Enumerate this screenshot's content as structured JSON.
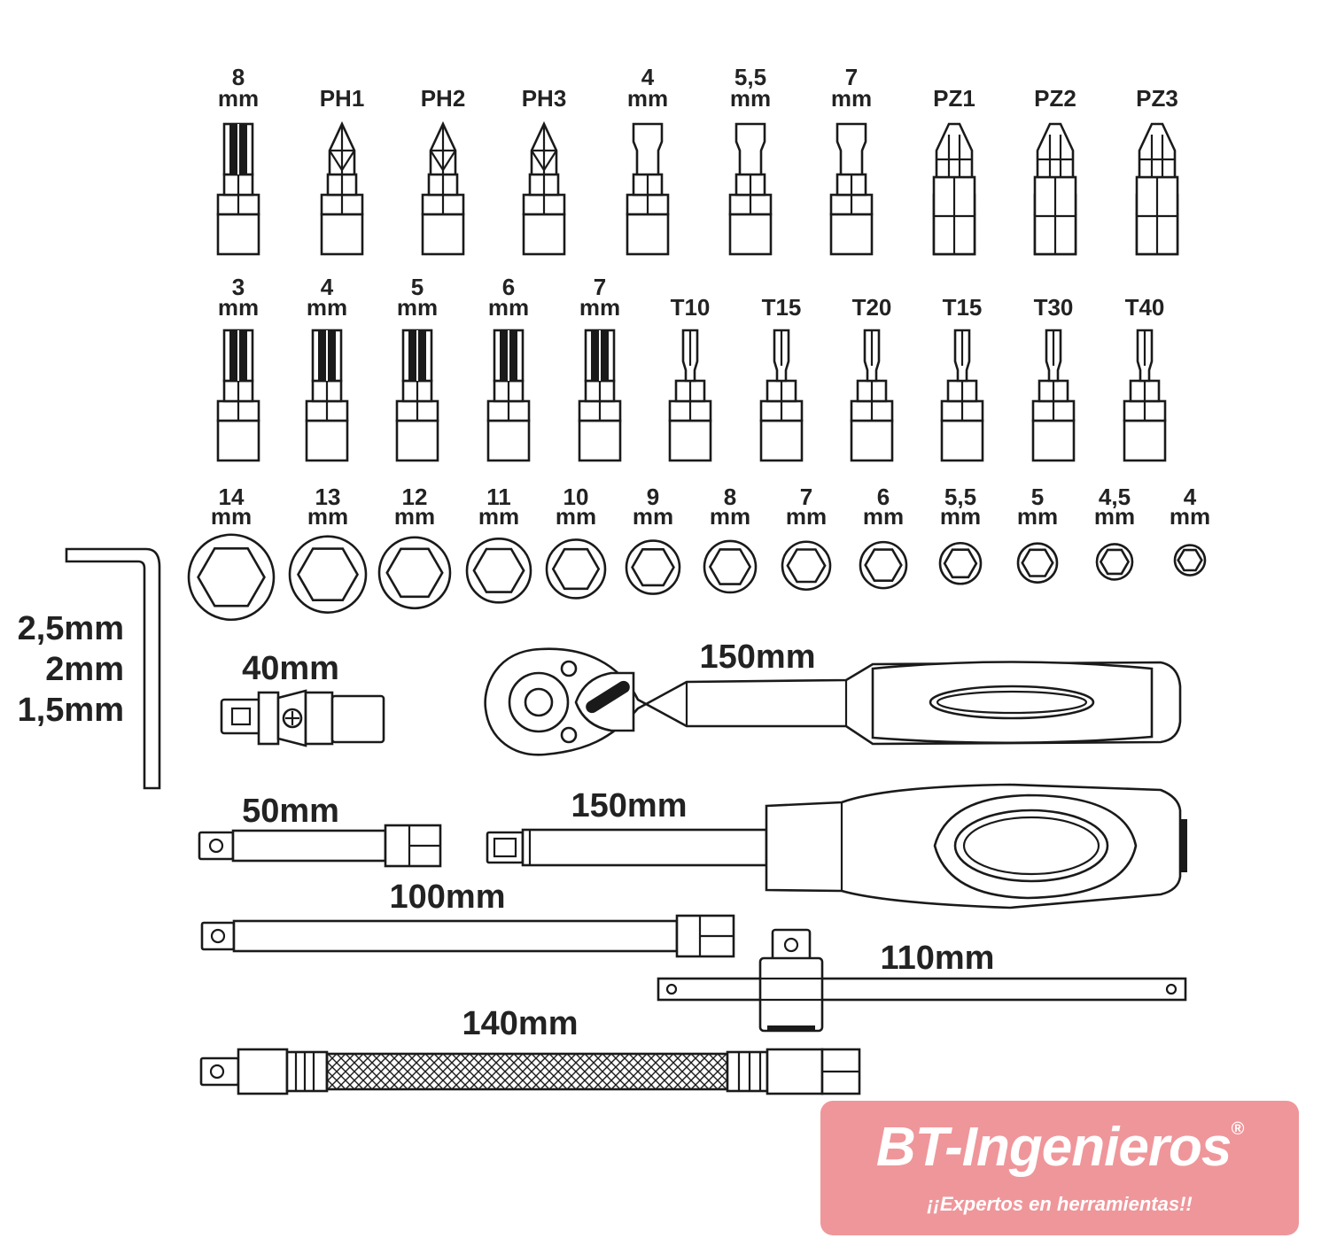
{
  "bits_row1": [
    {
      "top": "8",
      "bottom": "mm",
      "tip": "hex"
    },
    {
      "top": "",
      "bottom": "PH1",
      "tip": "phillips"
    },
    {
      "top": "",
      "bottom": "PH2",
      "tip": "phillips"
    },
    {
      "top": "",
      "bottom": "PH3",
      "tip": "phillips"
    },
    {
      "top": "4",
      "bottom": "mm",
      "tip": "slotted"
    },
    {
      "top": "5,5",
      "bottom": "mm",
      "tip": "slotted"
    },
    {
      "top": "7",
      "bottom": "mm",
      "tip": "slotted"
    },
    {
      "top": "",
      "bottom": "PZ1",
      "tip": "pozidriv"
    },
    {
      "top": "",
      "bottom": "PZ2",
      "tip": "pozidriv"
    },
    {
      "top": "",
      "bottom": "PZ3",
      "tip": "pozidriv"
    }
  ],
  "bits_row2": [
    {
      "top": "3",
      "bottom": "mm",
      "tip": "hex"
    },
    {
      "top": "4",
      "bottom": "mm",
      "tip": "hex"
    },
    {
      "top": "5",
      "bottom": "mm",
      "tip": "hex"
    },
    {
      "top": "6",
      "bottom": "mm",
      "tip": "hex"
    },
    {
      "top": "7",
      "bottom": "mm",
      "tip": "hex"
    },
    {
      "top": "",
      "bottom": "T10",
      "tip": "torx"
    },
    {
      "top": "",
      "bottom": "T15",
      "tip": "torx"
    },
    {
      "top": "",
      "bottom": "T20",
      "tip": "torx"
    },
    {
      "top": "",
      "bottom": "T15",
      "tip": "torx"
    },
    {
      "top": "",
      "bottom": "T30",
      "tip": "torx"
    },
    {
      "top": "",
      "bottom": "T40",
      "tip": "torx"
    }
  ],
  "sockets": [
    {
      "top": "14",
      "bottom": "mm"
    },
    {
      "top": "13",
      "bottom": "mm"
    },
    {
      "top": "12",
      "bottom": "mm"
    },
    {
      "top": "11",
      "bottom": "mm"
    },
    {
      "top": "10",
      "bottom": "mm"
    },
    {
      "top": "9",
      "bottom": "mm"
    },
    {
      "top": "8",
      "bottom": "mm"
    },
    {
      "top": "7",
      "bottom": "mm"
    },
    {
      "top": "6",
      "bottom": "mm"
    },
    {
      "top": "5,5",
      "bottom": "mm"
    },
    {
      "top": "5",
      "bottom": "mm"
    },
    {
      "top": "4,5",
      "bottom": "mm"
    },
    {
      "top": "4",
      "bottom": "mm"
    }
  ],
  "hex_keys": [
    "2,5mm",
    "2mm",
    "1,5mm"
  ],
  "tools": {
    "universal_joint": "40mm",
    "ratchet": "150mm",
    "screwdriver_handle": "150mm",
    "extension_short": "50mm",
    "extension_long": "100mm",
    "t_handle": "110mm",
    "flexible_extension": "140mm"
  },
  "watermark": {
    "brand": "BT-Ingenieros",
    "registered": "®",
    "slogan": "¡¡Expertos en herramientas!!"
  },
  "colors": {
    "outline": "#1a1a1a",
    "watermark_bg": "#eb787d",
    "watermark_text": "#ffffff"
  },
  "icons": [
    "bit-icon",
    "socket-icon",
    "hex-key-icon",
    "ratchet-icon",
    "screwdriver-handle-icon",
    "extension-bar-icon",
    "universal-joint-icon",
    "t-handle-icon",
    "flexible-extension-icon"
  ]
}
